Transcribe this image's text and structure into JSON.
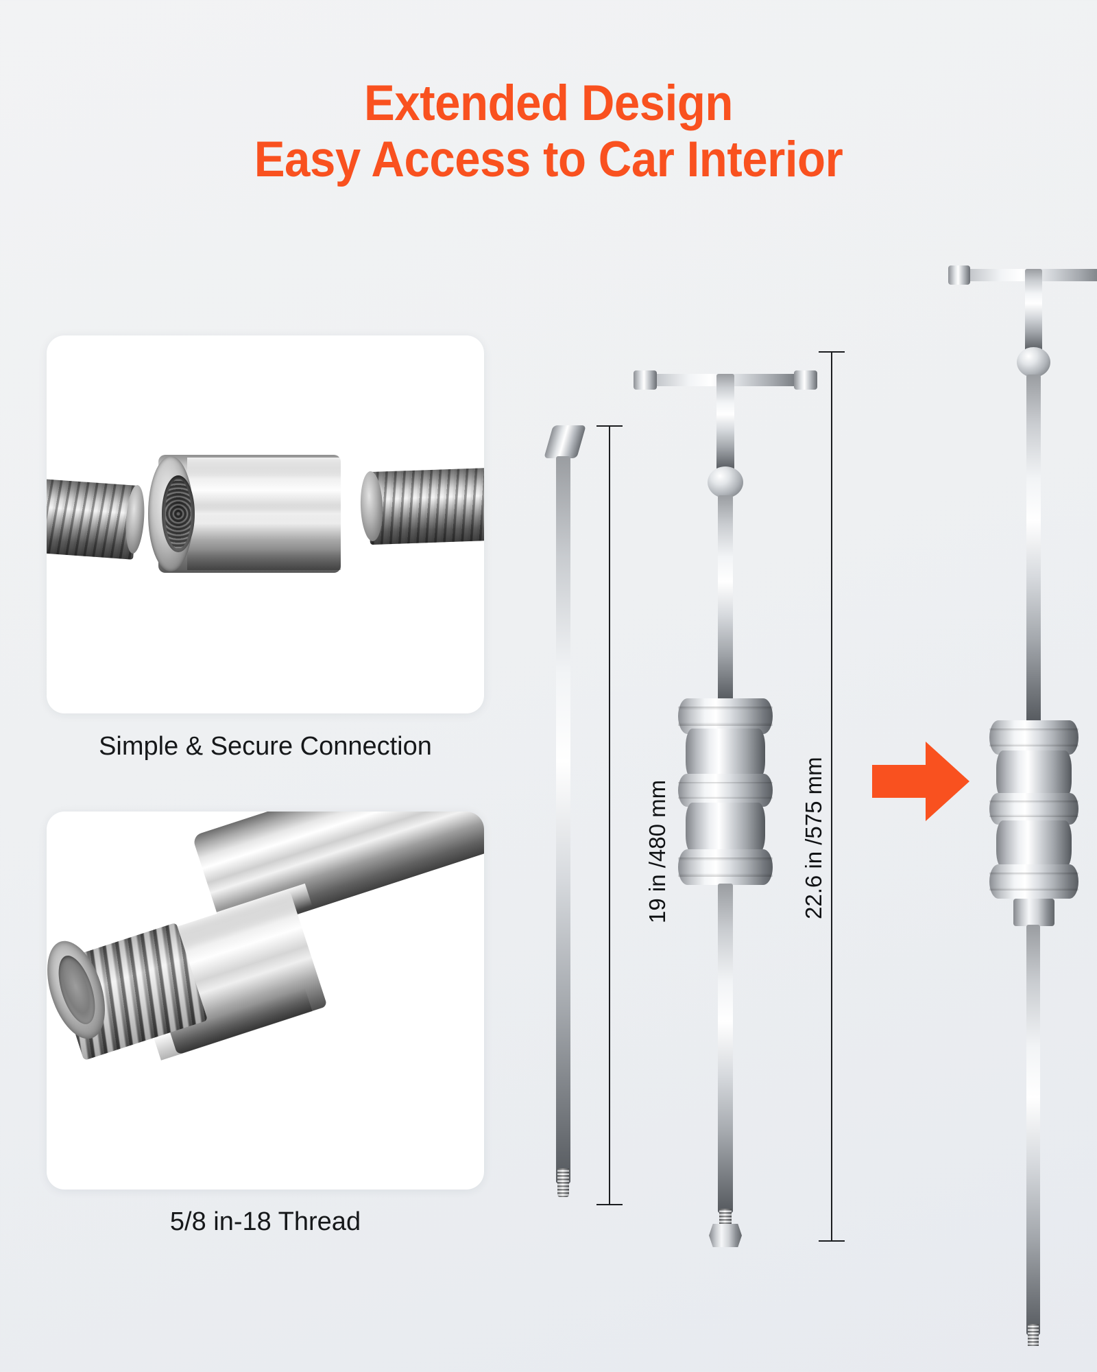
{
  "theme": {
    "accent": "#f9511f",
    "text": "#16181a",
    "background": "#eef0f2",
    "card_background": "#ffffff",
    "dimension_line": "#1b1d20"
  },
  "heading": {
    "line1": "Extended Design",
    "line2": "Easy Access to Car Interior"
  },
  "feature_cards": [
    {
      "id": "connection",
      "caption": "Simple & Secure Connection",
      "image_name": "threaded-stud-and-hex-coupler-photo"
    },
    {
      "id": "thread",
      "caption": "5/8 in-18 Thread",
      "image_name": "chrome-shaft-hex-nut-thread-photo"
    }
  ],
  "products": [
    {
      "id": "extension-rod",
      "name": "extension-rod-illustration"
    },
    {
      "id": "slide-hammer",
      "name": "slide-hammer-illustration",
      "dimension": "19 in /480 mm"
    },
    {
      "id": "slide-hammer-extended",
      "name": "slide-hammer-extended-illustration",
      "dimension": "22.6 in /575 mm"
    }
  ],
  "dimensions": {
    "short": "19 in /480 mm",
    "long": "22.6 in /575 mm"
  },
  "arrow": {
    "name": "orange-right-arrow",
    "color": "#f9511f"
  }
}
